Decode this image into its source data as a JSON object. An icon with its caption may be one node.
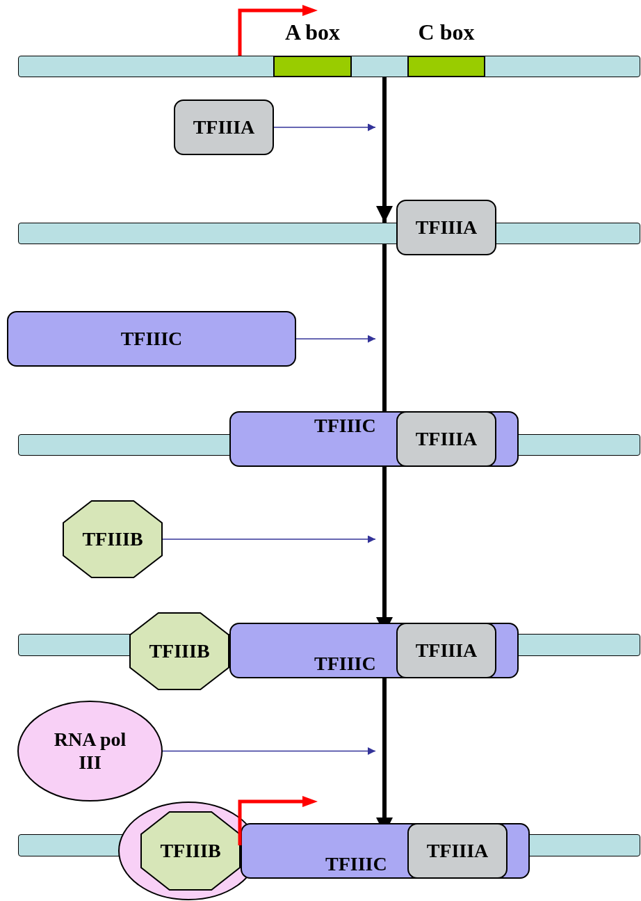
{
  "diagram": {
    "nodes": [
      {
        "text": [],
        "shape": "bar"
      },
      {
        "text": [
          "A box"
        ],
        "in": 0
      },
      {
        "text": [
          "C box"
        ],
        "in": 0
      },
      {
        "text": [
          "TFIIIA"
        ]
      },
      {
        "text": [],
        "shape": "bar"
      },
      {
        "text": [
          "TFIIIA"
        ]
      },
      {
        "text": [
          "TFIIIC"
        ]
      },
      {
        "text": [],
        "shape": "bar"
      },
      {
        "text": [
          "TFIIIC"
        ]
      },
      {
        "text": [
          "TFIIIA"
        ],
        "in": 8
      },
      {
        "text": [
          "TFIIIB"
        ]
      },
      {
        "text": [],
        "shape": "bar"
      },
      {
        "text": [
          "TFIIIB"
        ]
      },
      {
        "text": [
          "TFIIIC"
        ]
      },
      {
        "text": [
          "TFIIIA"
        ],
        "in": 13
      },
      {
        "text": [
          "RNA pol III"
        ]
      },
      {
        "text": [],
        "shape": "bar"
      },
      {
        "text": [],
        "shape": "ellipse"
      },
      {
        "text": [
          "TFIIIB"
        ],
        "in": 17
      },
      {
        "text": [
          "TFIIIC"
        ]
      },
      {
        "text": [
          "TFIIIA"
        ],
        "in": 19
      }
    ],
    "edges": [
      {
        "from": 0,
        "to": 4,
        "arrow": "to",
        "style": "thick",
        "color": "#000000"
      },
      {
        "from": 3,
        "to": null,
        "arrow": "to",
        "color": "#333399"
      },
      {
        "from": 4,
        "to": 7,
        "arrow": "to",
        "style": "thick",
        "color": "#000000"
      },
      {
        "from": 6,
        "to": null,
        "arrow": "to",
        "color": "#333399"
      },
      {
        "from": 7,
        "to": 11,
        "arrow": "to",
        "style": "thick",
        "color": "#000000"
      },
      {
        "from": 10,
        "to": null,
        "arrow": "to",
        "color": "#333399"
      },
      {
        "from": 11,
        "to": 16,
        "arrow": "to",
        "style": "thick",
        "color": "#000000"
      },
      {
        "from": 15,
        "to": null,
        "arrow": "to",
        "color": "#333399"
      }
    ]
  }
}
